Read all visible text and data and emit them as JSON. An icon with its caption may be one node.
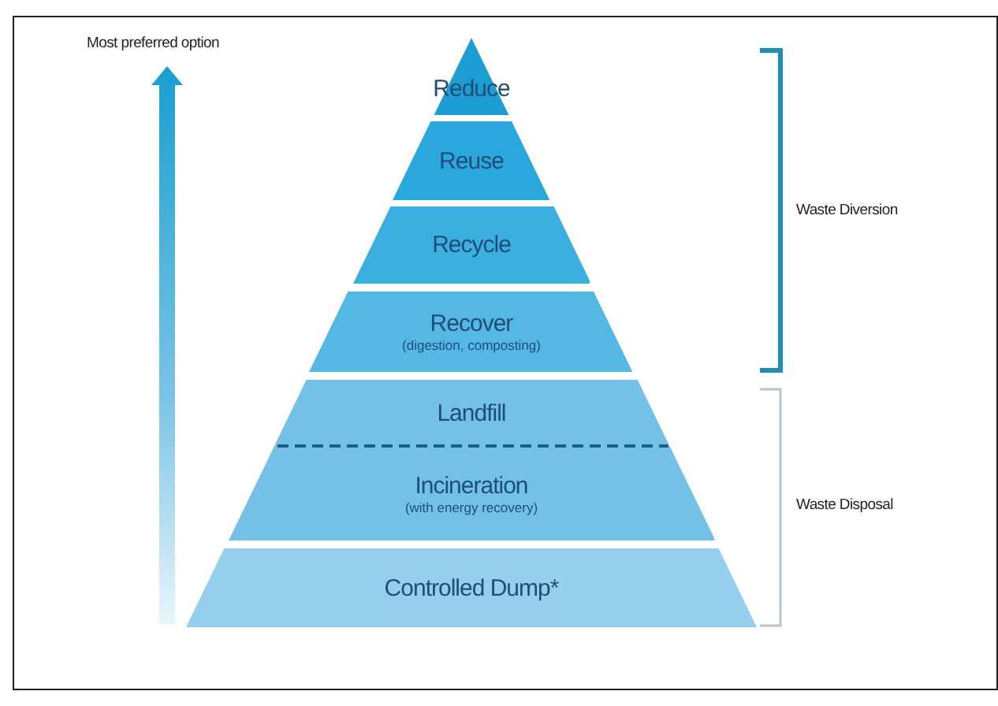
{
  "diagram": {
    "nodes": [
      {
        "text": [
          "Reduce"
        ]
      },
      {
        "text": [
          "Reuse"
        ]
      },
      {
        "text": [
          "Recycle"
        ]
      },
      {
        "text": [
          "Recover",
          "(digestion, composting)"
        ]
      },
      {
        "text": [
          "Landfill"
        ]
      },
      {
        "text": [
          "Incineration",
          "(with energy recovery)"
        ]
      },
      {
        "text": [
          "Controlled Dump*"
        ]
      }
    ],
    "edges": [],
    "labels": [
      "Most preferred option",
      "Waste Diversion",
      "Waste Disposal"
    ]
  }
}
